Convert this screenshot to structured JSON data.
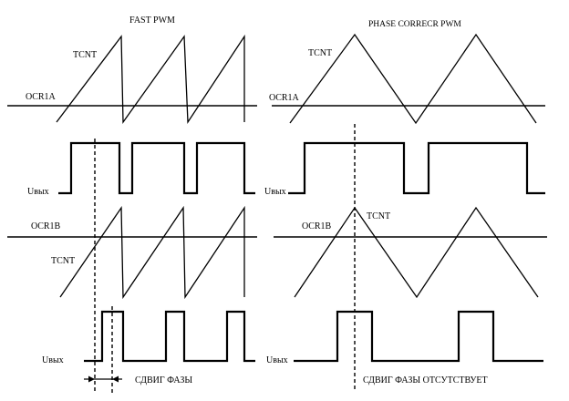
{
  "titles": {
    "fast_pwm": "FAST PWM",
    "phase_correct_pwm": "PHASE CORRECR PWM"
  },
  "labels": {
    "tcnt": "TCNT",
    "ocr1a": "OCR1A",
    "ocr1b": "OCR1B",
    "u_out": "Uвых"
  },
  "annotations": {
    "phase_shift": "СДВИГ ФАЗЫ",
    "no_phase_shift": "СДВИГ ФАЗЫ ОТСУТСТВУЕТ"
  }
}
